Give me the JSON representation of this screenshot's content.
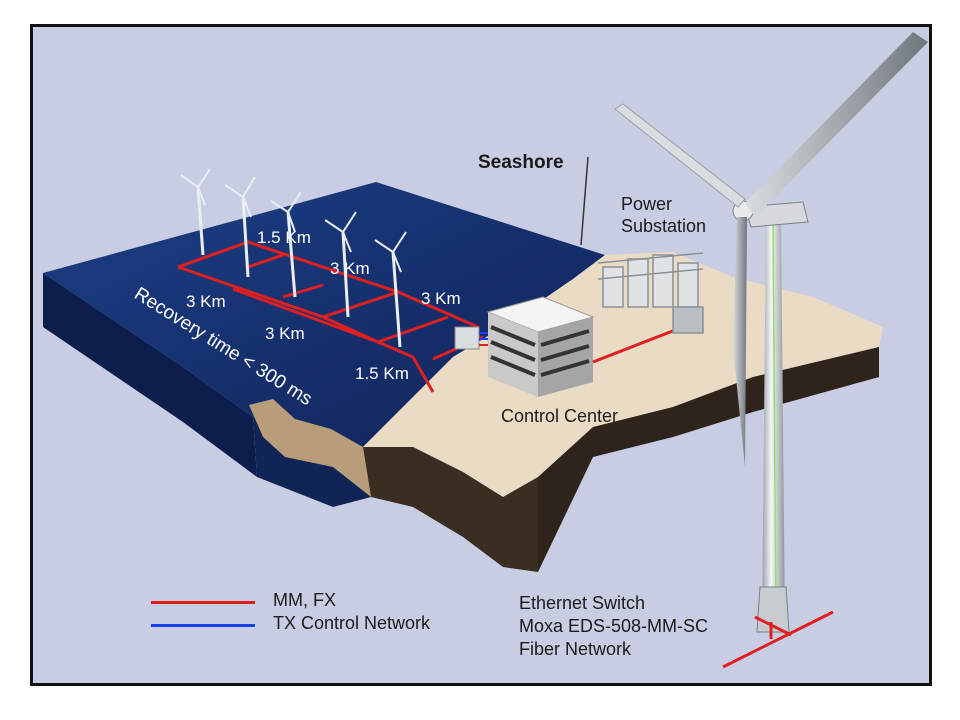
{
  "labels": {
    "seashore": "Seashore",
    "power_substation_line1": "Power",
    "power_substation_line2": "Substation",
    "control_center": "Control Center",
    "recovery_time": "Recovery time < 300 ms",
    "dist_1_5_km_top": "1.5 Km",
    "dist_3_km_a": "3 Km",
    "dist_3_km_b": "3 Km",
    "dist_3_km_c": "3 Km",
    "dist_3_km_d": "3 Km",
    "dist_1_5_km_bottom": "1.5 Km"
  },
  "legend": {
    "items": [
      {
        "label": "MM, FX",
        "color": "#e02020"
      },
      {
        "label": "TX Control Network",
        "color": "#1a40ff"
      }
    ]
  },
  "switch_info": {
    "line1": "Ethernet Switch",
    "line2": "Moxa EDS-508-MM-SC",
    "line3": "Fiber Network"
  },
  "colors": {
    "background": "#c9cde3",
    "sea": "#16306e",
    "sand": "#eadcc4",
    "fiber_red": "#e02020",
    "control_blue": "#1a40ff"
  }
}
